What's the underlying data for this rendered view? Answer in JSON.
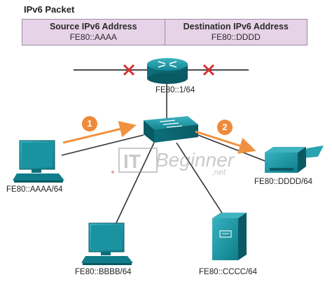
{
  "packet": {
    "title": "IPv6 Packet",
    "source_header": "Source IPv6 Address",
    "source_value": "FE80::AAAA",
    "dest_header": "Destination IPv6 Address",
    "dest_value": "FE80::DDDD"
  },
  "router": {
    "label": "FE80::1/64"
  },
  "hosts": {
    "pc_left": "FE80::AAAA/64",
    "pc_bottom": "FE80::BBBB/64",
    "server": "FE80::CCCC/64",
    "printer": "FE80::DDDD/64"
  },
  "steps": {
    "step1": "1",
    "step2": "2"
  },
  "watermark": {
    "it": "IT",
    "brand": "Beginner",
    "tld": ".net"
  },
  "colors": {
    "device_teal": "#0f7d8a",
    "arrow_orange": "#f0913f",
    "packet_fill": "#e7d3e8",
    "cross_red": "#d9302c"
  }
}
